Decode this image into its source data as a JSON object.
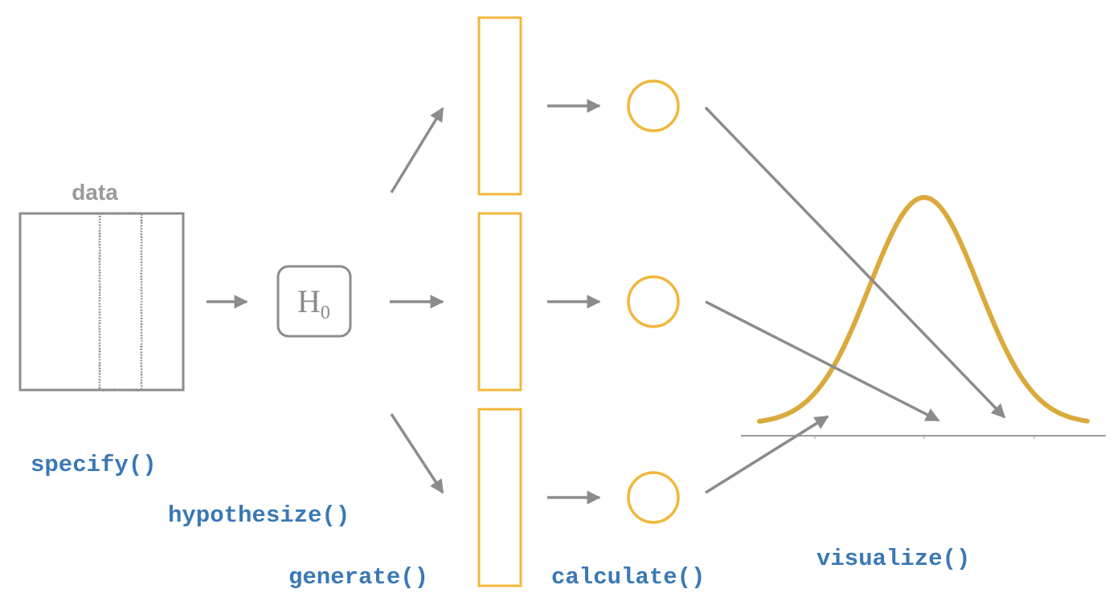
{
  "data_table": {
    "label": "data"
  },
  "hypothesis": {
    "symbol": "H",
    "subscript": "0"
  },
  "functions": {
    "specify": "specify()",
    "hypothesize": "hypothesize()",
    "generate": "generate()",
    "calculate": "calculate()",
    "visualize": "visualize()"
  },
  "colors": {
    "gray": "#8c8c8c",
    "gold": "#f1b73c",
    "curve": "#d9aa3c",
    "function_text": "#3a78b5"
  }
}
